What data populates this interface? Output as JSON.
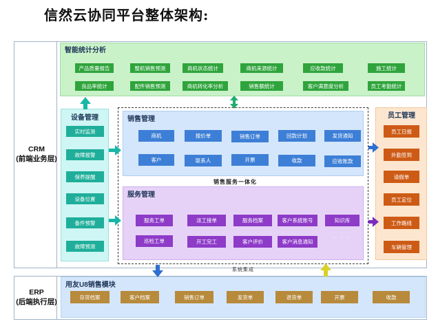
{
  "title": "信然云协同平台整体架构:",
  "crm_label_line1": "CRM",
  "crm_label_line2": "(前端业务层)",
  "erp_label_line1": "ERP",
  "erp_label_line2": "(后端执行层)",
  "smart_stats": {
    "title": "智能统计分析",
    "row1": [
      "产品质量报告",
      "整机销售预测",
      "商机状态统计",
      "商机来源统计",
      "应收款统计",
      "施工统计"
    ],
    "row2": [
      "良品率统计",
      "配件销售预测",
      "商机转化率分析",
      "销售额统计",
      "客户满意度分析",
      "员工考勤统计"
    ]
  },
  "device_mgmt": {
    "title": "设备管理",
    "items": [
      "实时监测",
      "故障报警",
      "保养提醒",
      "设备位置",
      "备件预警",
      "故障预测"
    ]
  },
  "sales_mgmt": {
    "title": "销售管理",
    "row1": [
      "商机",
      "报价单",
      "销售订单",
      "回款计划",
      "发货通知"
    ],
    "row2": [
      "客户",
      "联系人",
      "开票",
      "收款",
      "应收账款"
    ]
  },
  "sales_service_caption": "销售服务一体化",
  "service_mgmt": {
    "title": "服务管理",
    "row1": [
      "服务工单",
      "派工接单",
      "服务档案",
      "客户系统账号",
      "知识库"
    ],
    "row2": [
      "巡检工单",
      "开工完工",
      "客户评价",
      "客户消息通知",
      "· · ·"
    ]
  },
  "staff_mgmt": {
    "title": "员工管理",
    "items": [
      "员工日报",
      "外勤签到",
      "请假单",
      "员工定位",
      "工作路线",
      "车辆管理"
    ]
  },
  "system_integration_caption": "系统集成",
  "erp_module": {
    "title": "用友U8销售模块",
    "items": [
      "存货档案",
      "客户档案",
      "销售订单",
      "发货单",
      "退货单",
      "开票",
      "收款"
    ]
  },
  "colors": {
    "green_chip": "#2fa43c",
    "teal_chip": "#1fae9a",
    "blue_chip": "#3d7fd6",
    "purple_chip": "#8e3bc8",
    "orange_chip": "#cd5b16",
    "gold_chip": "#b78a3c",
    "arrow_teal": "#19b6a6",
    "arrow_blue": "#2e6fd1",
    "arrow_purple": "#7b2cc0",
    "arrow_yellow": "#d8d12a"
  },
  "icons": [
    "arrow-up-icon",
    "arrow-down-icon",
    "arrow-right-icon",
    "double-arrow-vertical-icon"
  ]
}
